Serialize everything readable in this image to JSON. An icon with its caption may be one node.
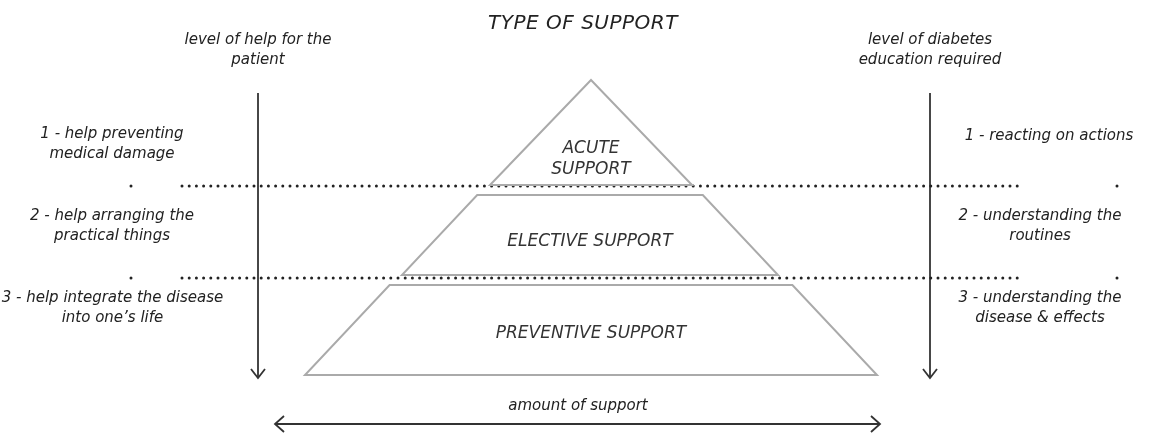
{
  "diagram": {
    "title": "TYPE OF SUPPORT",
    "nodes": [
      {
        "text": [
          "ACUTE SUPPORT"
        ]
      },
      {
        "text": [
          "ELECTIVE SUPPORT"
        ]
      },
      {
        "text": [
          "PREVENTIVE SUPPORT"
        ]
      }
    ],
    "labels": [
      "level of help for the patient",
      "level of diabetes education required",
      "1 -  help preventing medical damage",
      "1 -  reacting on actions",
      "2 - help arranging the practical things",
      "2 - understanding the routines",
      "3 - help integrate the disease into one’s life",
      "3 - understanding the disease & effects",
      "amount of support"
    ]
  }
}
